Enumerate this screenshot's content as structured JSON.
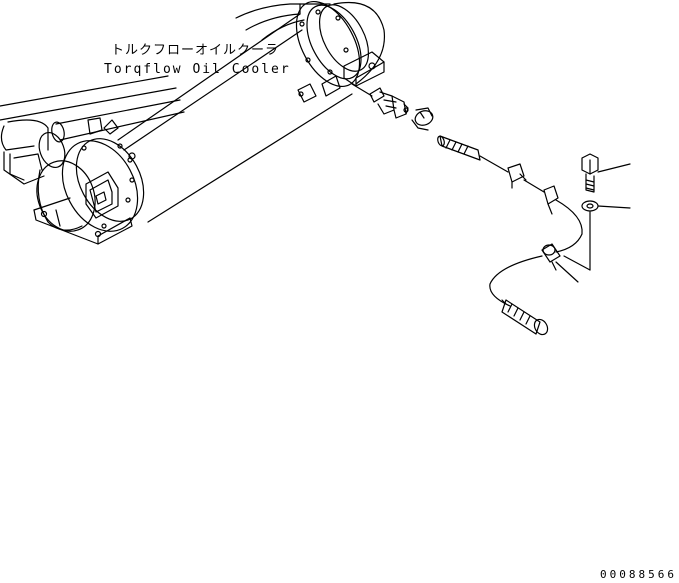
{
  "diagram": {
    "part_name_jp": "トルクフローオイルクーラ",
    "part_name_en": "Torqflow Oil Cooler",
    "drawing_number": "00088566",
    "line_color": "#000000",
    "background_color": "#ffffff"
  }
}
